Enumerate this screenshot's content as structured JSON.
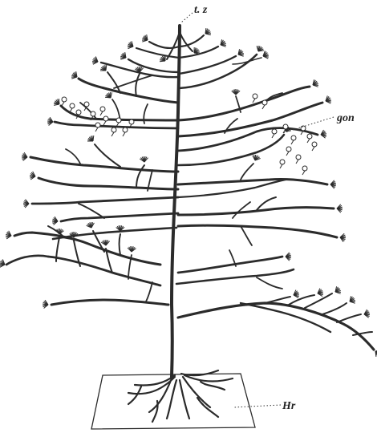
{
  "labels": {
    "tip_zone": "t. z",
    "gonophore": "gon",
    "hydrorhiza": "Hr"
  },
  "colors": {
    "ink": "#2b2b2b",
    "paper": "#ffffff"
  }
}
